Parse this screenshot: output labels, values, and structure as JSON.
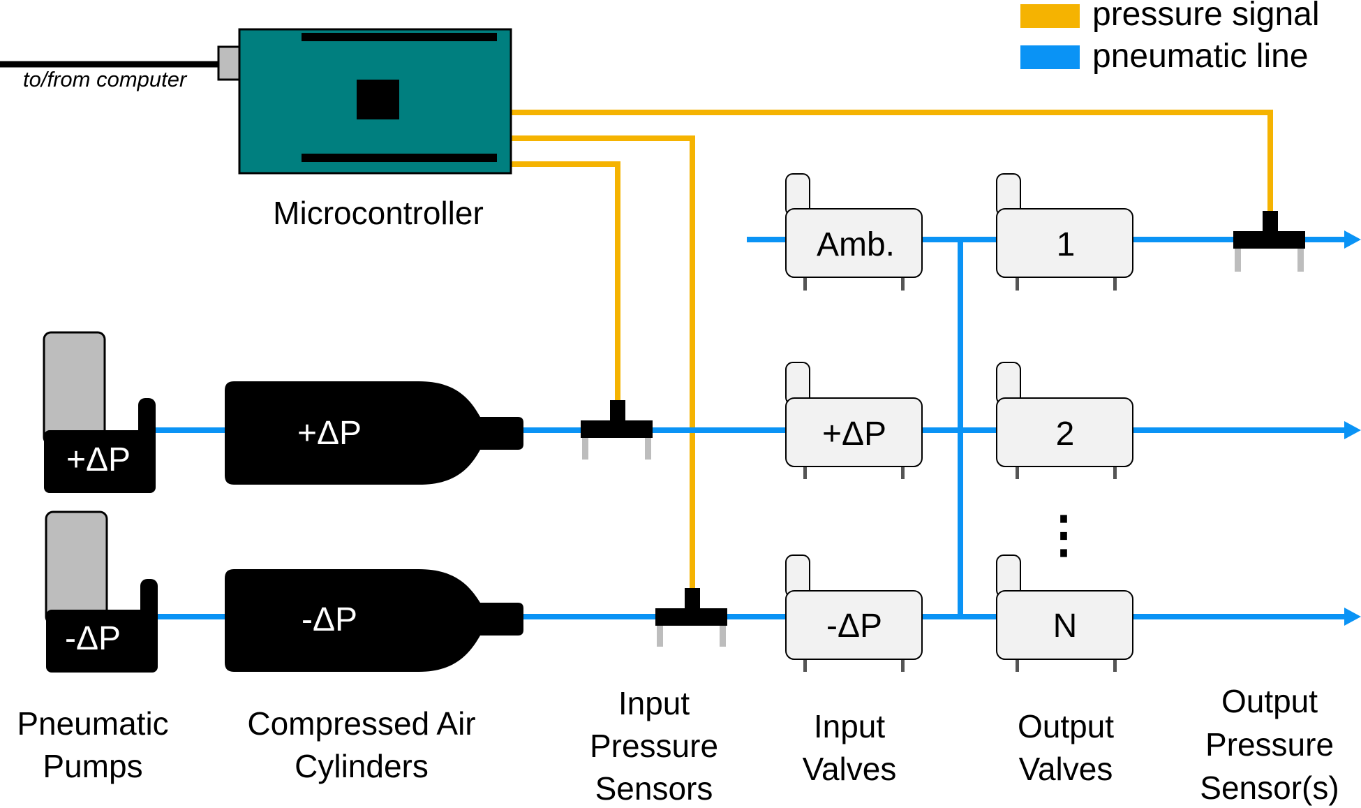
{
  "legend": {
    "pressure_signal": "pressure signal",
    "pneumatic_line": "pneumatic line",
    "signal_color": "#F5B301",
    "pneumatic_color": "#0A93F5"
  },
  "computer_link_label": "to/from computer",
  "microcontroller": {
    "label": "Microcontroller",
    "board_color": "#007F7F"
  },
  "pumps": {
    "positive": "+ΔP",
    "negative": "-ΔP"
  },
  "cylinders": {
    "positive": "+ΔP",
    "negative": "-ΔP"
  },
  "input_valves": {
    "ambient": "Amb.",
    "positive": "+ΔP",
    "negative": "-ΔP"
  },
  "output_valves": {
    "first": "1",
    "second": "2",
    "last": "N",
    "ellipsis": "⋮"
  },
  "column_labels": {
    "pumps": [
      "Pneumatic",
      "Pumps"
    ],
    "cylinders": [
      "Compressed Air",
      "Cylinders"
    ],
    "input_sensors": [
      "Input",
      "Pressure",
      "Sensors"
    ],
    "input_valves": [
      "Input",
      "Valves"
    ],
    "output_valves": [
      "Output",
      "Valves"
    ],
    "output_sensors": [
      "Output",
      "Pressure",
      "Sensor(s)"
    ]
  }
}
